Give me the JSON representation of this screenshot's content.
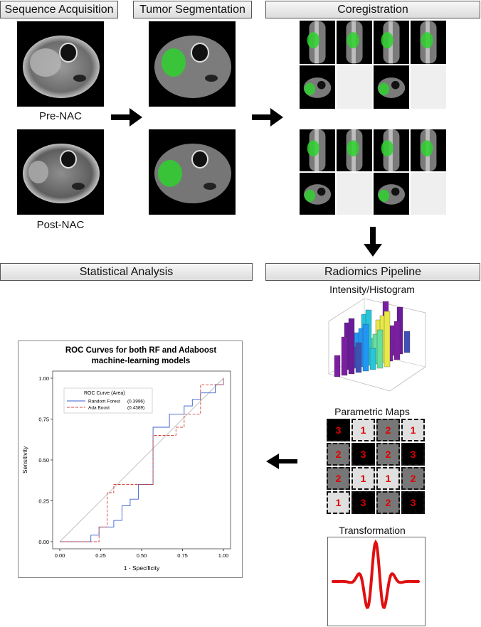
{
  "headers": {
    "sequence": "Sequence Acquisition",
    "segmentation": "Tumor Segmentation",
    "coregistration": "Coregistration",
    "statistical": "Statistical Analysis",
    "radiomics": "Radiomics Pipeline"
  },
  "captions": {
    "pre": "Pre-NAC",
    "post": "Post-NAC"
  },
  "radiomics": {
    "intensity_title": "Intensity/Histogram",
    "parametric_title": "Parametric Maps",
    "transformation_title": "Transformation",
    "parametric_values": [
      [
        "3",
        "1",
        "2",
        "1"
      ],
      [
        "2",
        "3",
        "2",
        "3"
      ],
      [
        "2",
        "1",
        "1",
        "2"
      ],
      [
        "1",
        "3",
        "2",
        "3"
      ]
    ],
    "parametric_shades": [
      [
        "#000",
        "#e0e0e0",
        "#777",
        "#e0e0e0"
      ],
      [
        "#777",
        "#000",
        "#777",
        "#000"
      ],
      [
        "#777",
        "#e0e0e0",
        "#e0e0e0",
        "#777"
      ],
      [
        "#e0e0e0",
        "#000",
        "#777",
        "#000"
      ]
    ]
  },
  "colors": {
    "tumor": "#2fd12f",
    "roc_rf": "#3a5fcd",
    "roc_ab": "#d0453f",
    "wave": "#e01010"
  },
  "chart_data": {
    "type": "line",
    "title": "ROC Curves for both RF and Adaboost machine-learning models",
    "title_line1": "ROC Curves for both RF and Adaboost",
    "title_line2": "machine-learning models",
    "xlabel": "1 - Specificity",
    "ylabel": "Sensitivity",
    "xlim": [
      0,
      1
    ],
    "ylim": [
      0,
      1
    ],
    "xticks": [
      "0.00",
      "0.25",
      "0.50",
      "0.75",
      "1.00"
    ],
    "yticks": [
      "0.00",
      "0.25",
      "0.50",
      "0.75",
      "1.00"
    ],
    "legend_title": "ROC Curve (Area)",
    "legend_position": "top-left",
    "series": [
      {
        "name": "Random Forest",
        "area": "(0.3996)",
        "style": "solid",
        "x": [
          0,
          0.19,
          0.19,
          0.24,
          0.24,
          0.33,
          0.33,
          0.38,
          0.38,
          0.43,
          0.43,
          0.48,
          0.48,
          0.57,
          0.57,
          0.67,
          0.67,
          0.76,
          0.76,
          0.81,
          0.81,
          0.86,
          0.86,
          0.95,
          0.95,
          1.0,
          1.0
        ],
        "y": [
          0,
          0,
          0.04,
          0.04,
          0.09,
          0.09,
          0.13,
          0.13,
          0.22,
          0.22,
          0.26,
          0.26,
          0.35,
          0.35,
          0.7,
          0.7,
          0.78,
          0.78,
          0.83,
          0.83,
          0.87,
          0.87,
          0.91,
          0.91,
          0.96,
          0.96,
          1.0
        ]
      },
      {
        "name": "Ada Boost",
        "area": "(0.4389)",
        "style": "dashed",
        "x": [
          0,
          0.24,
          0.24,
          0.29,
          0.29,
          0.33,
          0.33,
          0.57,
          0.57,
          0.71,
          0.71,
          0.76,
          0.76,
          0.86,
          0.86,
          1.0,
          1.0
        ],
        "y": [
          0,
          0,
          0.09,
          0.09,
          0.3,
          0.3,
          0.35,
          0.35,
          0.65,
          0.65,
          0.7,
          0.7,
          0.78,
          0.78,
          0.96,
          0.96,
          1.0
        ]
      }
    ]
  }
}
